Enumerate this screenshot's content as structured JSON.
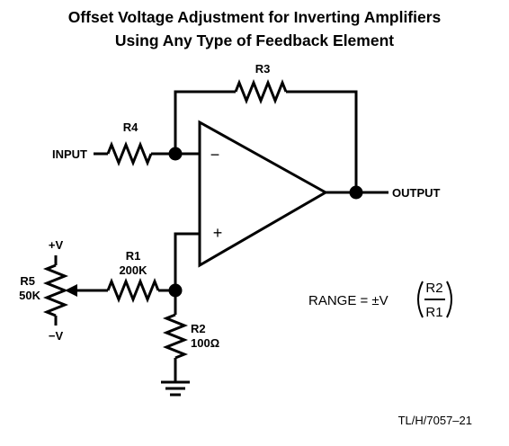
{
  "title_line1": "Offset Voltage Adjustment for Inverting Amplifiers",
  "title_line2": "Using Any Type of Feedback Element",
  "labels": {
    "input": "INPUT",
    "output": "OUTPUT",
    "r3": "R3",
    "r4": "R4",
    "r1": "R1",
    "r1_value": "200K",
    "r2": "R2",
    "r2_value": "100Ω",
    "r5": "R5",
    "r5_value": "50K",
    "plus_v": "+V",
    "minus_v": "−V",
    "opamp_minus": "−",
    "opamp_plus": "+"
  },
  "formula": {
    "lhs": "RANGE = ±V",
    "numerator": "R2",
    "denominator": "R1"
  },
  "figure_ref": "TL/H/7057–21"
}
